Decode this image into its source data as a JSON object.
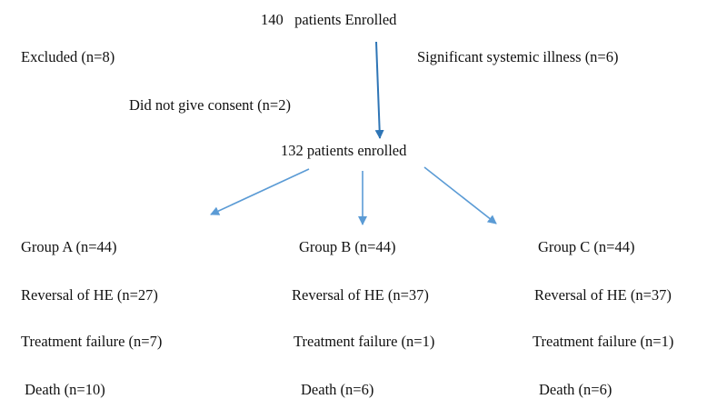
{
  "colors": {
    "arrow": "#5b9bd5",
    "arrow_main": "#2e75b6",
    "text": "#111111"
  },
  "enrolled_initial": "140   patients Enrolled",
  "excluded": "Excluded (n=8)",
  "systemic_illness": "Significant systemic illness (n=6)",
  "no_consent": "Did not give consent (n=2)",
  "enrolled_final": "132 patients enrolled",
  "groups": [
    {
      "title": "Group A (n=44)",
      "reversal": "Reversal of HE (n=27)",
      "failure": "Treatment failure (n=7)",
      "death": " Death (n=10)"
    },
    {
      "title": "Group B (n=44)",
      "reversal": "Reversal of HE (n=37)",
      "failure": "Treatment failure (n=1)",
      "death": "Death (n=6)"
    },
    {
      "title": "Group C (n=44)",
      "reversal": "Reversal of HE (n=37)",
      "failure": "Treatment failure (n=1)",
      "death": "Death (n=6)"
    }
  ]
}
